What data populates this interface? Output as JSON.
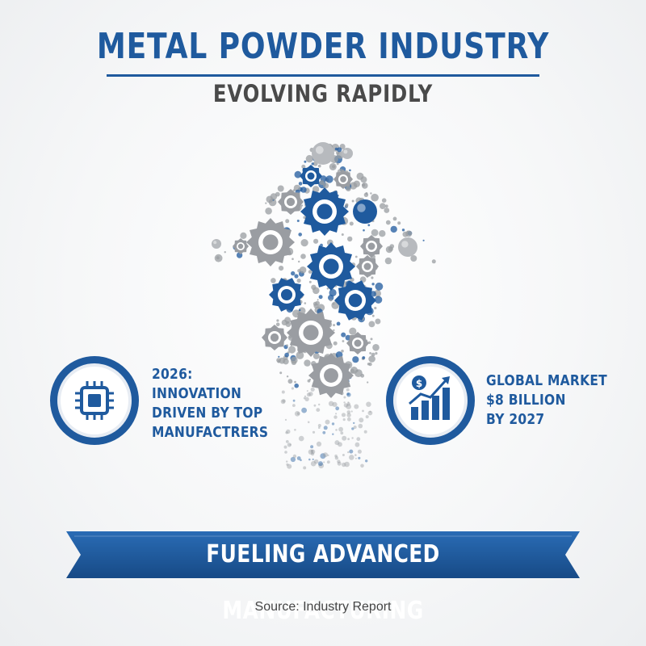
{
  "header": {
    "title": "METAL POWDER INDUSTRY",
    "subtitle": "EVOLVING RAPIDLY"
  },
  "stats": {
    "left": {
      "icon": "microchip-icon",
      "lines": [
        "2026:",
        "INNOVATION",
        "DRIVEN BY TOP",
        "MANUFACTRERS"
      ]
    },
    "right": {
      "icon": "growth-chart-dollar-icon",
      "lines": [
        "GLOBAL MARKET",
        "$8 BILLION",
        "BY 2027"
      ]
    }
  },
  "banner": {
    "label": "FUELING ADVANCED MANUFACTURING"
  },
  "footer": {
    "source": "Source: Industry Report"
  },
  "colors": {
    "primary_blue": "#1f5a9e",
    "gear_gray": "#9a9da2",
    "text_gray": "#4a4a4a"
  }
}
